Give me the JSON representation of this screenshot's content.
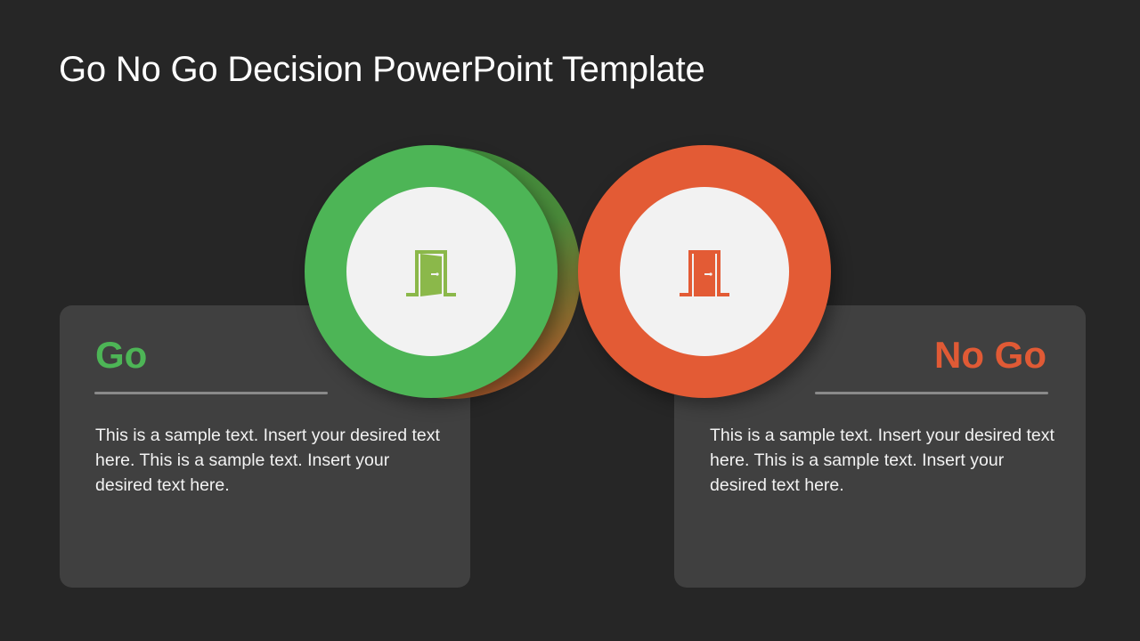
{
  "slide": {
    "title": "Go No Go Decision PowerPoint Template"
  },
  "go": {
    "heading": "Go",
    "body": "This is a sample text. Insert your desired text here. This is a sample text. Insert your desired text here.",
    "icon": "open-door-icon",
    "color": "#4db556",
    "icon_color": "#8bb84a"
  },
  "nogo": {
    "heading": "No Go",
    "body": "This is a sample text. Insert your desired text here. This is a sample text. Insert your desired text here.",
    "icon": "closed-door-icon",
    "color": "#e35b35",
    "icon_color": "#e35b35"
  },
  "colors": {
    "background": "#262626",
    "card": "#404040",
    "divider": "#8a8a8a",
    "inner_circle": "#f2f2f2"
  }
}
